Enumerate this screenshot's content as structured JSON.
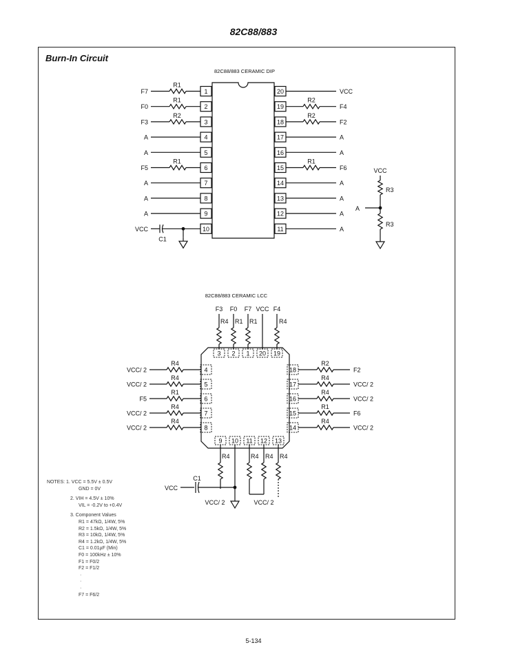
{
  "header": "82C88/883",
  "title": "Burn-In Circuit",
  "footer": "5-134",
  "dip": {
    "title": "82C88/883 CERAMIC DIP",
    "left": [
      {
        "pin": "1",
        "signal": "F7",
        "res": "R1"
      },
      {
        "pin": "2",
        "signal": "F0",
        "res": "R1"
      },
      {
        "pin": "3",
        "signal": "F3",
        "res": "R2"
      },
      {
        "pin": "4",
        "signal": "A",
        "res": ""
      },
      {
        "pin": "5",
        "signal": "A",
        "res": ""
      },
      {
        "pin": "6",
        "signal": "F5",
        "res": "R1"
      },
      {
        "pin": "7",
        "signal": "A",
        "res": ""
      },
      {
        "pin": "8",
        "signal": "A",
        "res": ""
      },
      {
        "pin": "9",
        "signal": "A",
        "res": ""
      },
      {
        "pin": "10",
        "signal": "VCC",
        "res": ""
      }
    ],
    "right": [
      {
        "pin": "20",
        "signal": "VCC",
        "res": ""
      },
      {
        "pin": "19",
        "signal": "F4",
        "res": "R2"
      },
      {
        "pin": "18",
        "signal": "F2",
        "res": "R2"
      },
      {
        "pin": "17",
        "signal": "A",
        "res": ""
      },
      {
        "pin": "16",
        "signal": "A",
        "res": ""
      },
      {
        "pin": "15",
        "signal": "F6",
        "res": "R1"
      },
      {
        "pin": "14",
        "signal": "A",
        "res": ""
      },
      {
        "pin": "13",
        "signal": "A",
        "res": ""
      },
      {
        "pin": "12",
        "signal": "A",
        "res": ""
      },
      {
        "pin": "11",
        "signal": "A",
        "res": ""
      }
    ],
    "cap": "C1"
  },
  "divider": {
    "vcc": "VCC",
    "a": "A",
    "r_top": "R3",
    "r_bottom": "R3"
  },
  "lcc": {
    "title": "82C88/883 CERAMIC LCC",
    "top": [
      {
        "pin": "3",
        "signal": "F3",
        "res": "R4"
      },
      {
        "pin": "2",
        "signal": "F0",
        "res": "R1"
      },
      {
        "pin": "1",
        "signal": "F7",
        "res": "R1"
      },
      {
        "pin": "20",
        "signal": "VCC",
        "res": ""
      },
      {
        "pin": "19",
        "signal": "F4",
        "res": "R4"
      }
    ],
    "left": [
      {
        "pin": "4",
        "signal": "VCC/ 2",
        "res": "R4"
      },
      {
        "pin": "5",
        "signal": "VCC/ 2",
        "res": "R4"
      },
      {
        "pin": "6",
        "signal": "F5",
        "res": "R1"
      },
      {
        "pin": "7",
        "signal": "VCC/ 2",
        "res": "R4"
      },
      {
        "pin": "8",
        "signal": "VCC/ 2",
        "res": "R4"
      }
    ],
    "right": [
      {
        "pin": "18",
        "signal": "F2",
        "res": "R2"
      },
      {
        "pin": "17",
        "signal": "VCC/ 2",
        "res": "R4"
      },
      {
        "pin": "16",
        "signal": "VCC/ 2",
        "res": "R4"
      },
      {
        "pin": "15",
        "signal": "F6",
        "res": "R1"
      },
      {
        "pin": "14",
        "signal": "VCC/ 2",
        "res": "R4"
      }
    ],
    "bottom": [
      {
        "pin": "9",
        "res": "R4"
      },
      {
        "pin": "10",
        "res": ""
      },
      {
        "pin": "11",
        "res": "R4"
      },
      {
        "pin": "12",
        "res": "R4"
      },
      {
        "pin": "13",
        "res": "R4"
      }
    ],
    "bottom_labels": {
      "left": "VCC/ 2",
      "right": "VCC/ 2"
    },
    "cap": "C1",
    "cap_vcc": "VCC"
  },
  "notes": [
    "NOTES:  1.  VCC = 5.5V ± 0.5V",
    "GND = 0V",
    "2.  VIH = 4.5V ± 10%",
    "VIL = -0.2V to +0.4V",
    "3.  Component Values",
    "R1 = 47kΩ, 1/4W, 5%",
    "R2 = 1.5kΩ, 1/4W, 5%",
    "R3 = 10kΩ, 1/4W, 5%",
    "R4 = 1.2kΩ, 1/4W, 5%",
    "C1 = 0.01µF (Min)",
    "F0 = 100kHz ± 10%",
    "F1 = F0/2",
    "F2 = F1/2",
    "·",
    "·",
    "·",
    "F7 = F6/2"
  ]
}
